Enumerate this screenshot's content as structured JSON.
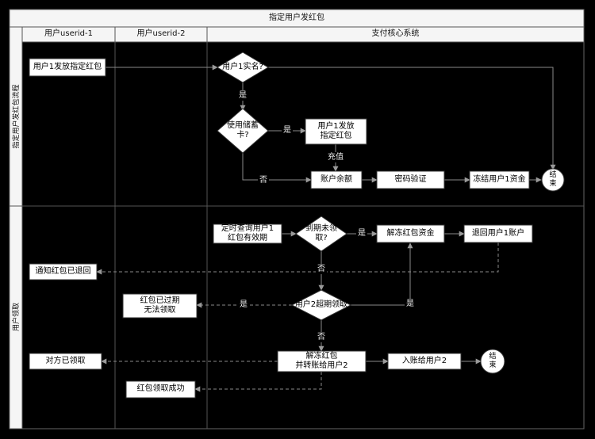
{
  "title": "指定用户发红包",
  "lanes": [
    "用户userid-1",
    "用户userid-2",
    "支付核心系统"
  ],
  "sections": [
    "指定用户发红包流程",
    "用户领取"
  ],
  "nodes": {
    "n_send": "用户1发放指定红包",
    "n_realname": "用户1实名?",
    "n_storecard": "使用储蓄\n卡?",
    "n_send2": "用户1发放\n指定红包",
    "n_balance": "账户余额",
    "n_pwd": "密码验证",
    "n_freeze": "冻结用户1资金",
    "n_end1": "结\n束",
    "n_query": "定时查询用户1\n红包有效期",
    "n_expire": "到期未领\n取?",
    "n_unfreeze": "解冻红包资金",
    "n_refund": "退回用户1账户",
    "n_notify": "通知红包已退回",
    "n_expired": "红包已过期\n无法领取",
    "n_overdue": "用户2超期领取",
    "n_unfreeze2": "解冻红包\n并转账给用户2",
    "n_credit": "入账给用户2",
    "n_end2": "结\n束",
    "n_taken": "对方已领取",
    "n_success": "红包领取成功"
  },
  "edge_labels": {
    "e_yes1": "是",
    "e_yes2": "是",
    "e_recharge": "充值",
    "e_no1": "否",
    "e_yes3": "是",
    "e_no2": "否",
    "e_yes4": "是",
    "e_yes5": "是",
    "e_no3": "否"
  },
  "colors": {
    "background": "#000000",
    "header_fill": "#f5f5f5",
    "box_fill": "#ffffff",
    "box_text": "#000000",
    "line": "#8a8a8a"
  }
}
